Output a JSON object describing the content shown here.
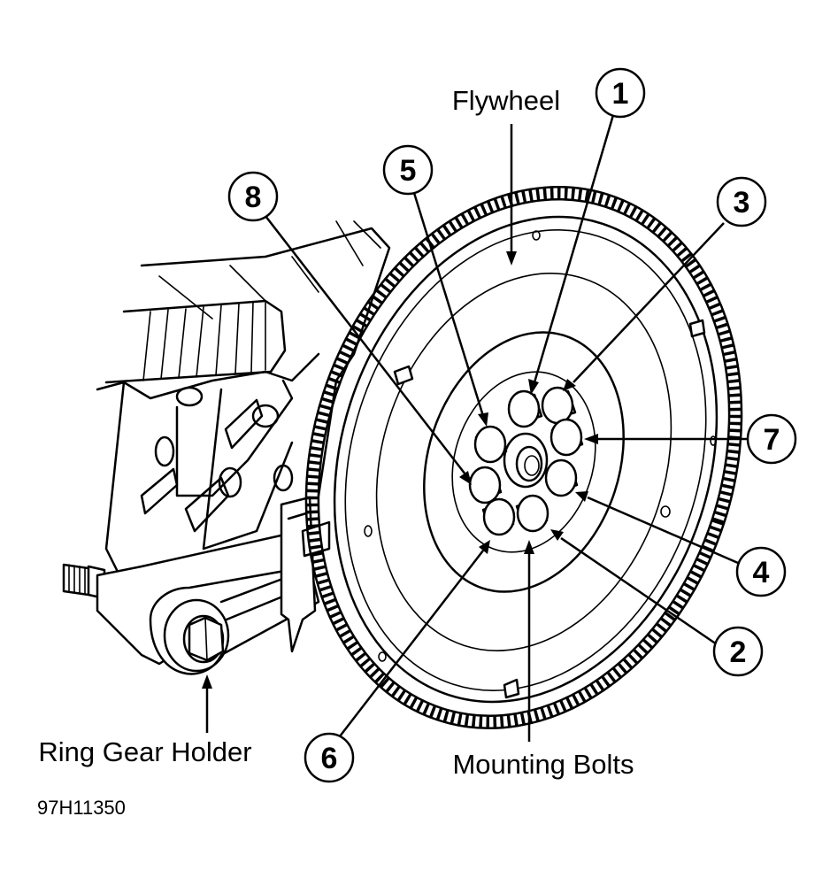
{
  "labels": {
    "flywheel": "Flywheel",
    "mounting_bolts": "Mounting Bolts",
    "ring_gear_holder": "Ring Gear Holder",
    "figure_id": "97H11350"
  },
  "callouts": [
    "1",
    "2",
    "3",
    "4",
    "5",
    "6",
    "7",
    "8"
  ]
}
